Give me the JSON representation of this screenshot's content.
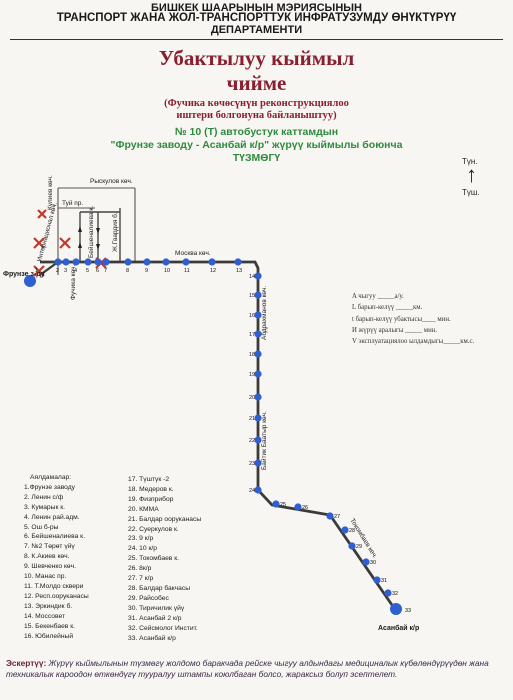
{
  "header": {
    "line1": "БИШКЕК ШААРЫНЫН МЭРИЯСЫНЫН",
    "line2": "ТРАНСПОРТ ЖАНА ЖОЛ-ТРАНСПОРТТУК ИНФРАТУЗУМДУ ӨНҮКТҮРҮҮ",
    "line3": "ДЕПАРТАМЕНТИ"
  },
  "title": {
    "line1": "Убактылуу кыймыл",
    "line2": "чийме"
  },
  "subtitle": {
    "line1": "(Фучика көчөсүнүн реконструкциялоо",
    "line2": "иштери болгонуна байланыштуу)"
  },
  "route": {
    "line1": "№ 10 (Т) автобустук каттамдын",
    "line2": "\"Фрунзе заводу  - Асанбай к/р\" жүрүү кыймылы боюнча",
    "line3": "ТҮЗМӨГҮ"
  },
  "compass": {
    "north": "Түн.",
    "south": "Түш."
  },
  "stats": [
    "A чыгуу _____а/у.",
    "L барып-келүү _____км.",
    "t барып-келүү убактысы____ мин.",
    "И жүрүү аралыгы _____ мин.",
    "V эксплуатациялоо ылдамдыгы_____км.с."
  ],
  "streets": {
    "kulieva": "Кулиев көч.",
    "ryskulov": "Рыскулов көч.",
    "internacional": "Интернационал көч.",
    "fuchika": "Фучика көч.",
    "beishenalieva": "Бейшеналиева к.",
    "gvardiya": "Ж.Гвардия б.",
    "moskva": "Москва көч.",
    "abdrahmanov": "Абдрахманов көч.",
    "baitik": "Байтик Баатыр көч.",
    "tokombaev": "Токомбаев көч.",
    "tuy": "Туй пр.",
    "start": "Фрунзе з-ду",
    "end": "Асанбай к/р"
  },
  "stop_numbers": [
    "1",
    "2",
    "3",
    "4",
    "5",
    "6",
    "7",
    "8",
    "9",
    "10",
    "11",
    "12",
    "13",
    "14",
    "15",
    "16",
    "17",
    "18",
    "19",
    "20",
    "21",
    "22",
    "23",
    "24",
    "25",
    "26",
    "27",
    "28",
    "29",
    "30",
    "31",
    "32",
    "33"
  ],
  "legend": {
    "heading": "Аялдамалар:",
    "col1": [
      "1.Фрунзе заводу",
      "2. Ленин с/ф",
      "3. Кумарык к.",
      "4. Ленин рай.адм.",
      "5. Ош б-ры",
      "6. Бейшеналиева к.",
      "7. №2 Төрөт үйү",
      "8. К.Акиев көч.",
      "9. Шевченко көч.",
      "10. Манас пр.",
      "11. Т.Молдо сквери",
      "12. Респ.ооруканасы",
      "13. Эркиндик б.",
      "14. Моссовет",
      "15. Бекенбаев к.",
      "16. Юбилейный"
    ],
    "col2": [
      "17. Түштүк -2",
      "18. Медеров к.",
      "19. Физприбор",
      "20. КММА",
      "21. Балдар ооруканасы",
      "22. Суеркулов к.",
      "23. 9 к/р",
      "24. 10 к/р",
      "25. Токомбаев к.",
      "26. 8к/р",
      "27. 7 к/р",
      "28. Балдар бакчасы",
      "29. Райсобес",
      "30. Тиричилик үйү",
      "31. Асанбай 2 к/р",
      "32. Сейсмолог Инстит.",
      "33. Асанбай к/р"
    ]
  },
  "note": {
    "label": "Эскертүү:",
    "text": "Жүрүү кыймылынын түзмөгү жолдомо баракчада рейске чыгуу алдындагы медициналык күбөлөндүрүүдөн жана техникалык кароодон өткөндүгү тууралуу штампы коюлбаган болсо, жараксыз болуп эсептелет."
  },
  "colors": {
    "route": "#3b3b3b",
    "stop": "#2f5fd0",
    "title": "#8b1f2f",
    "green": "#2f8a3e",
    "cross": "#c0392b"
  }
}
